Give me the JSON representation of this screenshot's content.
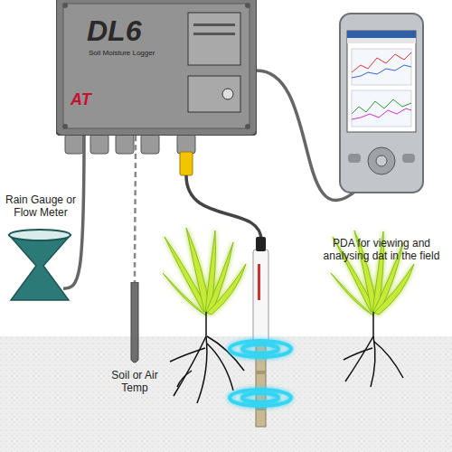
{
  "diagram": {
    "nodes": [
      {
        "text": [
          "DL6",
          "Soil Moisture Logger",
          "AT"
        ]
      },
      {
        "text": [
          "Rain Gauge or Flow Meter"
        ]
      },
      {
        "text": [
          "Soil or Air Temp"
        ]
      },
      {
        "text": [
          "PDA for viewing and analysing dat in the field"
        ]
      }
    ],
    "edges": [
      {
        "from": 0,
        "to": 1,
        "arrow": "none"
      },
      {
        "from": 0,
        "to": 2,
        "arrow": "none"
      },
      {
        "from": 0,
        "to": 3,
        "arrow": "none"
      }
    ]
  }
}
